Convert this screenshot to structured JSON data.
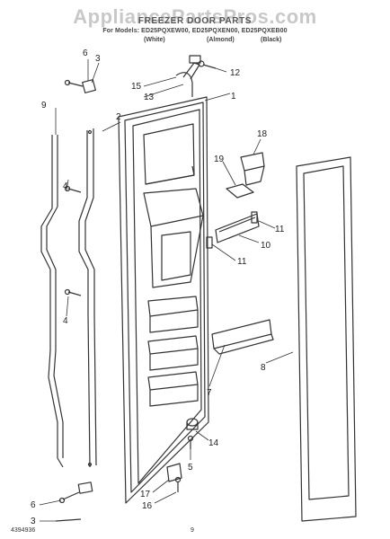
{
  "watermark": "AppliancePartsPros.com",
  "header": {
    "title": "FREEZER DOOR PARTS",
    "models": "For Models: ED25PQXEW00, ED25PQXEN00, ED25PQXEB00",
    "colors": [
      "(White)",
      "(Almond)",
      "(Black)"
    ]
  },
  "callouts": [
    "1",
    "2",
    "3",
    "4",
    "5",
    "6",
    "7",
    "8",
    "9",
    "10",
    "11",
    "12",
    "13",
    "14",
    "15",
    "16",
    "17",
    "18",
    "19"
  ],
  "footer": {
    "doc_number": "4394936",
    "page_number": "9"
  }
}
